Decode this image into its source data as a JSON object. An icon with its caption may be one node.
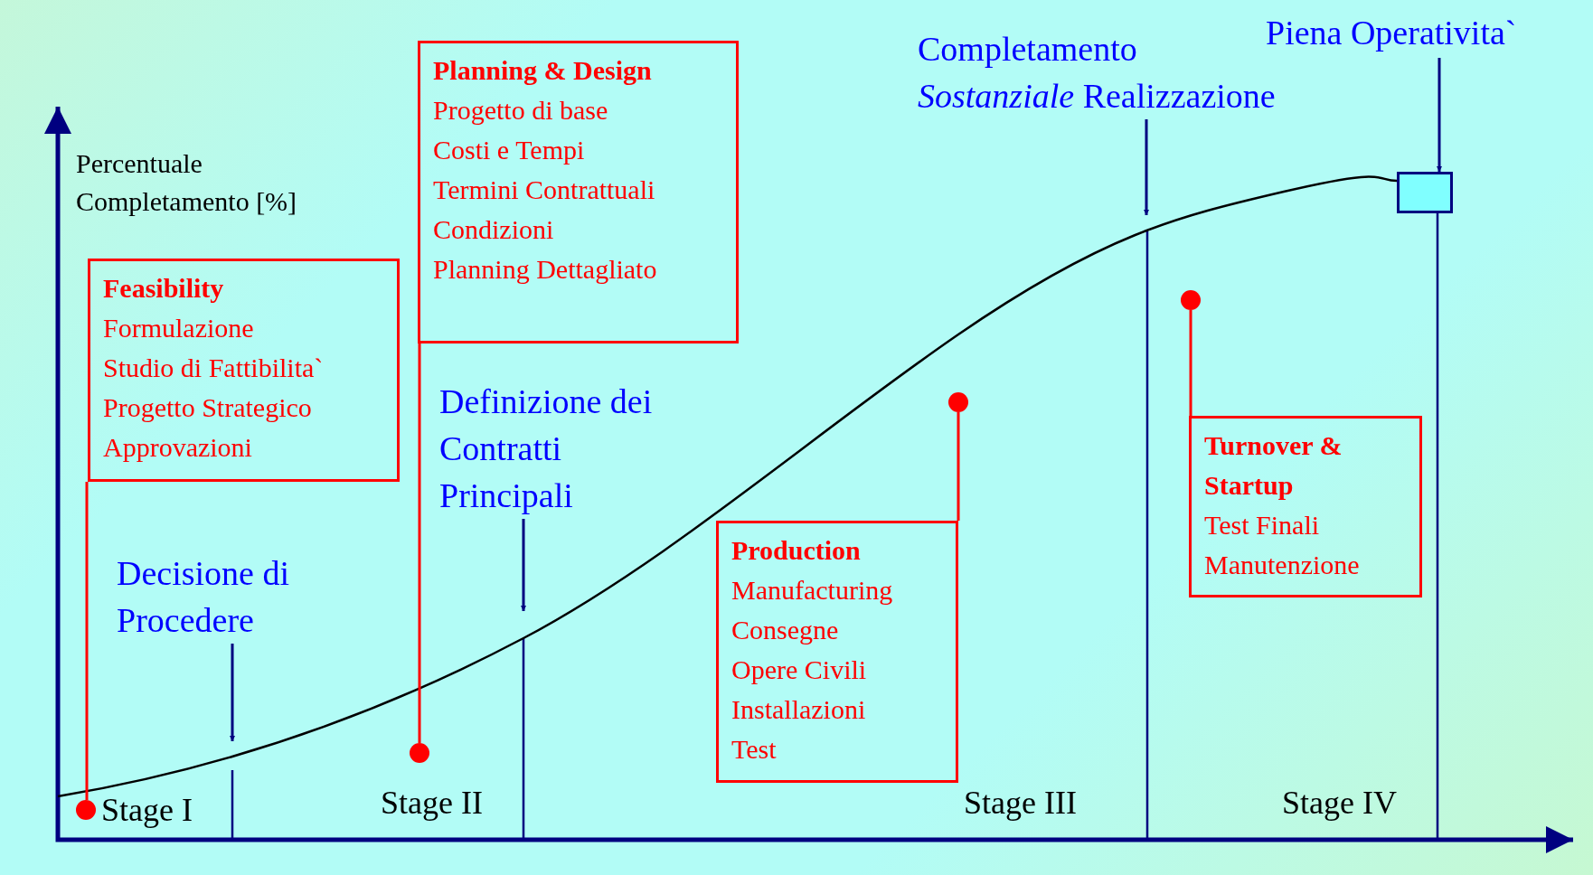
{
  "diagram": {
    "nodes": [
      {
        "text": [
          "Feasibility",
          "Formulazione",
          "Studio di Fattibilita`",
          "Progetto Strategico",
          "Approvazioni"
        ]
      },
      {
        "text": [],
        "shape": "circle"
      },
      {
        "text": [
          "Planning & Design",
          "Progetto di base",
          "Costi e Tempi",
          "Termini Contrattuali",
          "Condizioni",
          "Planning Dettagliato"
        ]
      },
      {
        "text": [],
        "shape": "circle"
      },
      {
        "text": [
          "Production",
          "Manufacturing",
          "Consegne",
          "Opere Civili",
          "Installazioni",
          "Test"
        ]
      },
      {
        "text": [],
        "shape": "circle"
      },
      {
        "text": [
          "Turnover & Startup",
          "Test Finali",
          "Manutenzione"
        ]
      },
      {
        "text": [],
        "shape": "circle"
      },
      {
        "text": [
          "Decisione di Procedere"
        ]
      },
      {
        "text": [
          "Definizione dei Contratti Principali"
        ]
      },
      {
        "text": [
          "Completamento *Sostanziale* Realizzazione"
        ]
      },
      {
        "text": [
          "Piena Operativita`"
        ]
      },
      {
        "text": [],
        "shape": "box"
      }
    ],
    "edges": [
      {
        "from": 0,
        "to": 1,
        "arrow": "none",
        "color": "#ff0000"
      },
      {
        "from": 2,
        "to": 3,
        "arrow": "none",
        "color": "#ff0000"
      },
      {
        "from": 4,
        "to": 5,
        "arrow": "none",
        "color": "#ff0000"
      },
      {
        "from": 6,
        "to": 7,
        "arrow": "none",
        "color": "#ff0000"
      },
      {
        "from": 8,
        "to": null,
        "arrow": "to",
        "color": "#000080"
      },
      {
        "from": 9,
        "to": null,
        "arrow": "to",
        "color": "#000080"
      },
      {
        "from": 10,
        "to": null,
        "arrow": "to",
        "color": "#000080"
      },
      {
        "from": 11,
        "to": 12,
        "arrow": "to",
        "color": "#000080"
      }
    ],
    "labels": [
      "Percentuale Completamento [%]",
      "Stage I",
      "Stage II",
      "Stage III",
      "Stage IV"
    ]
  }
}
